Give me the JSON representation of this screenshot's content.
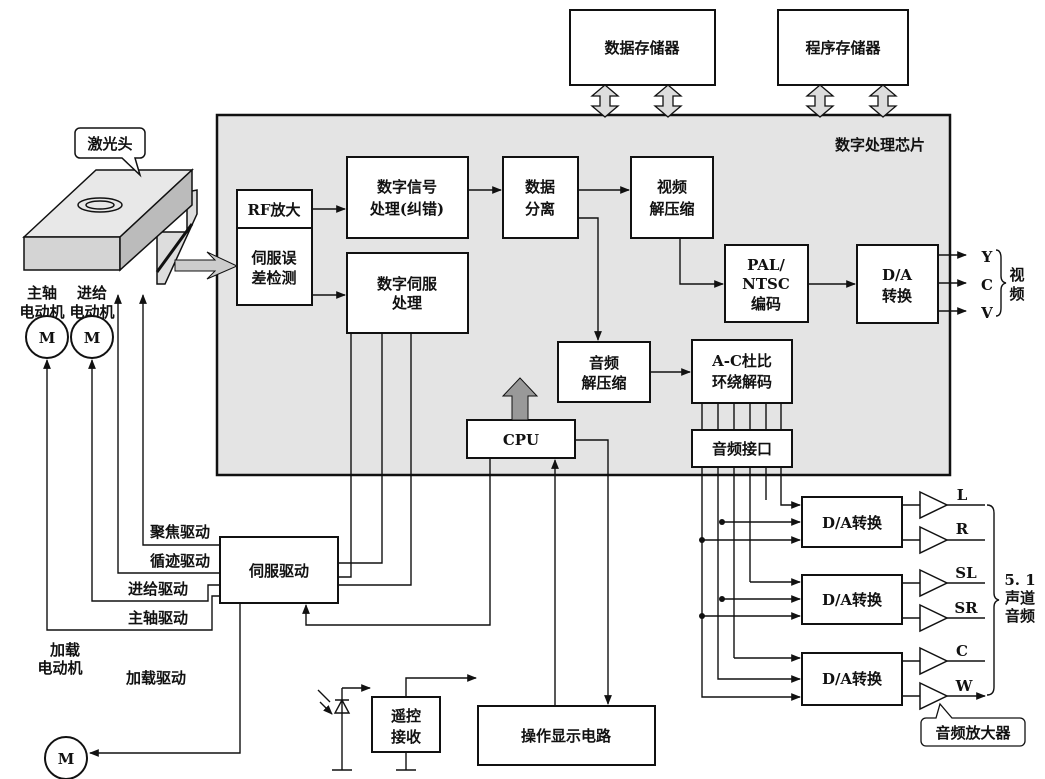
{
  "memory": {
    "data_memory": "数据存储器",
    "program_memory": "程序存储器"
  },
  "chip": {
    "title": "数字处理芯片"
  },
  "laser_head": {
    "callout": "激光头"
  },
  "motors": {
    "spindle": [
      "主轴",
      "电动机"
    ],
    "feed": [
      "进给",
      "电动机"
    ],
    "load": [
      "加载",
      "电动机"
    ],
    "symbol": "M"
  },
  "blocks": {
    "rf_amp": "RF放大",
    "servo_error": [
      "伺服误",
      "差检测"
    ],
    "digital_signal": [
      "数字信号",
      "处理(纠错)"
    ],
    "digital_servo": [
      "数字伺服",
      "处理"
    ],
    "data_split": [
      "数据",
      "分离"
    ],
    "video_decompress": [
      "视频",
      "解压缩"
    ],
    "pal_ntsc": [
      "PAL/",
      "NTSC",
      "编码"
    ],
    "video_da": [
      "D/A",
      "转换"
    ],
    "audio_decompress": [
      "音频",
      "解压缩"
    ],
    "ac_dolby": [
      "A-C杜比",
      "环绕解码"
    ],
    "audio_interface": "音频接口",
    "cpu": "CPU",
    "servo_drive": "伺服驱动",
    "display_circuit": "操作显示电路",
    "remote_receive": [
      "遥控",
      "接收"
    ],
    "audio_da": "D/A转换"
  },
  "video_outputs": {
    "signals": [
      "Y",
      "C",
      "V"
    ],
    "label": [
      "视",
      "频"
    ]
  },
  "drive_labels": {
    "focus": "聚焦驱动",
    "tracking": "循迹驱动",
    "feed": "进给驱动",
    "spindle": "主轴驱动",
    "load": "加载驱动"
  },
  "audio_outputs": {
    "channels": [
      "L",
      "R",
      "SL",
      "SR",
      "C",
      "W"
    ],
    "label": [
      "5. 1",
      "声道",
      "音频"
    ],
    "amplifier_callout": "音频放大器"
  }
}
